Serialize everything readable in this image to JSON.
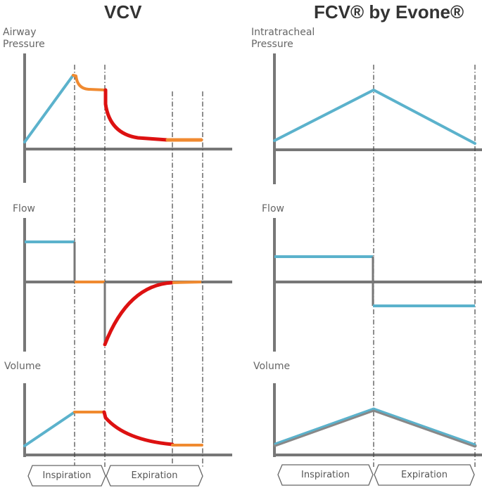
{
  "vcv": {
    "title": "VCV",
    "pressure_label_line1": "Airway",
    "pressure_label_line2": "Pressure",
    "flow_label": "Flow",
    "volume_label": "Volume",
    "phase_inspiration": "Inspiration",
    "phase_expiration": "Expiration"
  },
  "fcv": {
    "title": "FCV® by Evone®",
    "pressure_label_line1": "Intratracheal",
    "pressure_label_line2": "Pressure",
    "flow_label": "Flow",
    "volume_label": "Volume",
    "phase_inspiration": "Inspiration",
    "phase_expiration": "Expiration"
  },
  "colors": {
    "inspiration": "#5bb2cc",
    "pause": "#f08a30",
    "expiration": "#dd1111",
    "axis": "#777777",
    "guide": "#444444"
  }
}
